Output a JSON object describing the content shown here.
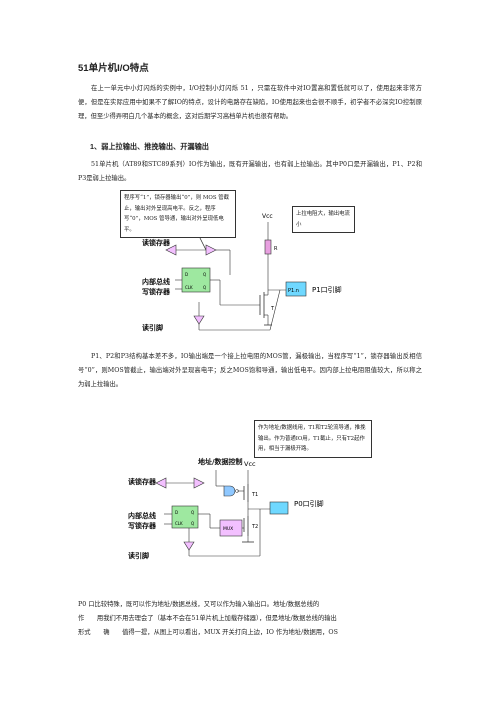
{
  "title": "51单片机I/O特点",
  "intro": "在上一单元中小灯闪烁的实例中，I/O控制小灯闪烁 51 ，只需在软件中对IO置高和置低就可以了，使用起来非常方便，但是在实际应用中如果不了解IO的特点，设计的电路存在缺陷，IO使用起来也会很不顺手，初学者不必深究IO控制原理，但至少得弄明白几个基本的概念，这对后期学习高档单片机也很有帮助。",
  "section_title": "1、弱上拉输出、推挽输出、开漏输出",
  "p1": "51单片机（AT89和STC89系列）IO作为输出，既有开漏输出，也有弱上拉输出。其中P0口是开漏输出，P1、P2和P3是弱上拉输出。",
  "fig1": {
    "callout_left": "程序写“1”，锁存器输出“0”，则 MOS 管截止，输出对外呈现高电平。反之，程序写“0”，MOS 管导通，输出对外呈现低电平。",
    "callout_right": "上拉电阻大，输出电流小",
    "vcc": "Vcc",
    "r": "R",
    "t": "T",
    "pin": "P1.n",
    "port_label": "P1口引脚",
    "read_latch": "读锁存器",
    "internal_bus": "内部总线",
    "write_latch": "写锁存器",
    "read_pin": "读引脚",
    "latch_d": "D",
    "latch_q": "Q",
    "latch_clk": "CLK",
    "latch_qbar": "Q"
  },
  "p2": "P1、P2和P3结构基本差不多，IO输出端是一个接上拉电阻的MOS管，漏极输出，当程序写“1”，锁存器输出反相信号“0”，则MOS管截止，输出端对外呈现高电平；反之MOS饱和导通，输出低电平。因内部上拉电阻阻值较大，所以称之为弱上拉输出。",
  "fig2": {
    "callout": "作为地址/数据线用，T1和T2轮流导通，推挽输出。作为普通IO用，T1截止，只有T2起作用，相当于漏极开路。",
    "addr_ctrl": "地址/数据控制",
    "vcc": "Vcc",
    "t1": "T1",
    "t2": "T2",
    "mux": "MUX",
    "port_label": "P0口引脚",
    "read_latch": "读锁存器",
    "internal_bus": "内部总线",
    "write_latch": "写锁存器",
    "read_pin": "读引脚",
    "latch_d": "D",
    "latch_q": "Q",
    "latch_clk": "CLK",
    "latch_qbar": "Q"
  },
  "p3_line1": "P0 口比较特殊，既可以作为地址/数据总线，又可以作为输入输出口。地址/数据总线的",
  "p3_line2": "作　　用我们不用去理会了（基本不会在51单片机上加载存储器），但是地址/数据总线的输出",
  "p3_line3": "形式　　确　　值得一提，从图上可以看出，MUX 开关打向上边，IO 作为地址/数据用，OS"
}
